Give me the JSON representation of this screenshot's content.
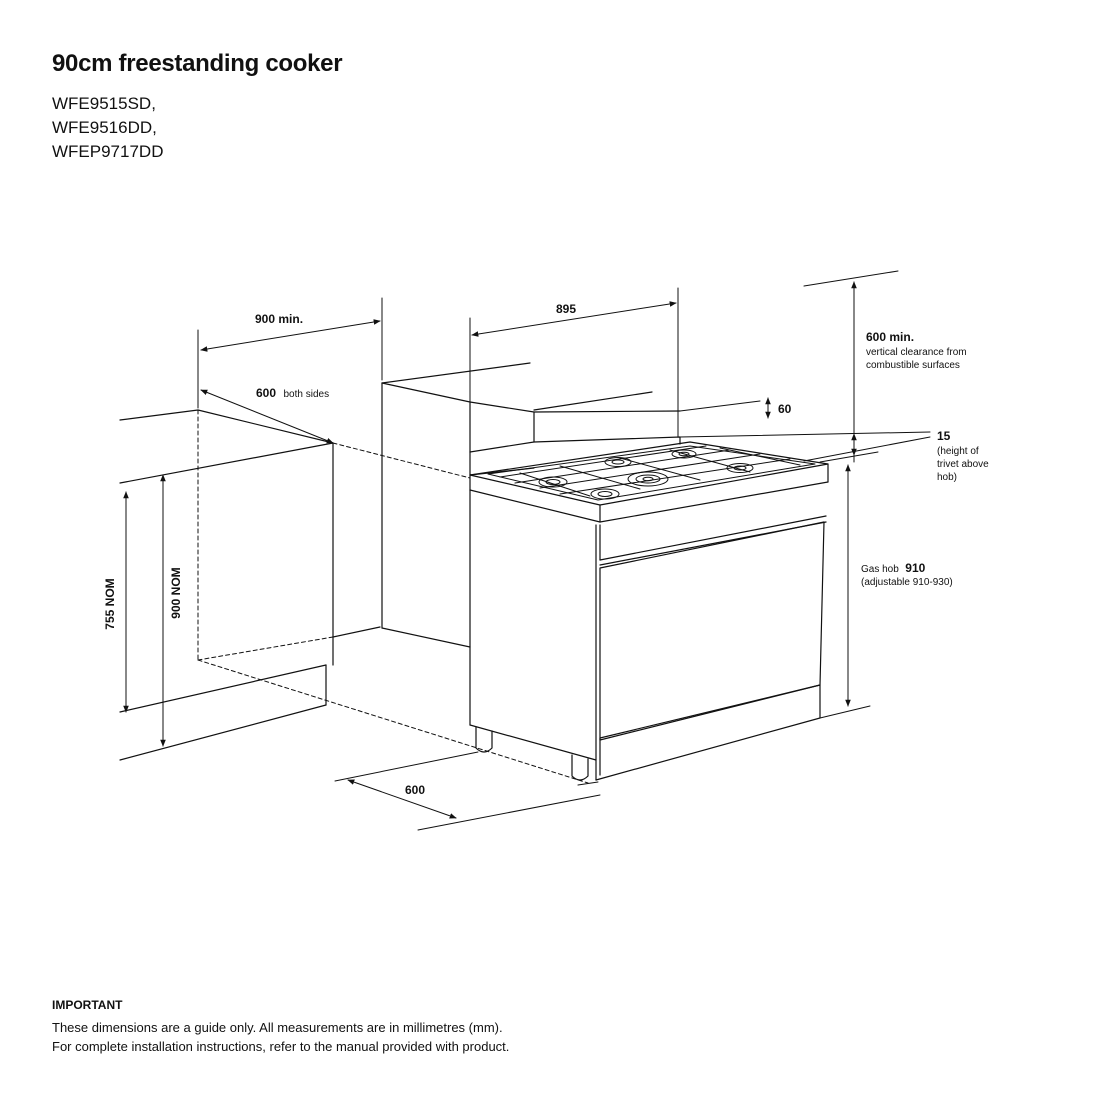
{
  "header": {
    "title": "90cm freestanding cooker",
    "models": [
      "WFE9515SD,",
      "WFE9516DD,",
      "WFEP9717DD"
    ]
  },
  "dimensions": {
    "clearance_width": "900 min.",
    "side_gap_value": "600",
    "side_gap_suffix": "both sides",
    "cooker_width": "895",
    "splashback_height": "60",
    "overhead_value": "600 min.",
    "overhead_note_1": "vertical clearance from",
    "overhead_note_2": "combustible surfaces",
    "trivet_value": "15",
    "trivet_note_1": "(height of",
    "trivet_note_2": "trivet above",
    "trivet_note_3": "hob)",
    "hob_prefix": "Gas hob",
    "hob_value": "910",
    "hob_note": "(adjustable 910-930)",
    "bench_height": "755 NOM",
    "bench_total_height": "900 NOM",
    "depth": "600"
  },
  "footer": {
    "heading": "IMPORTANT",
    "line1": "These dimensions are a guide only. All measurements are in millimetres (mm).",
    "line2": "For complete installation instructions, refer to the manual provided with product."
  },
  "colors": {
    "ink": "#111111",
    "background": "#ffffff"
  }
}
